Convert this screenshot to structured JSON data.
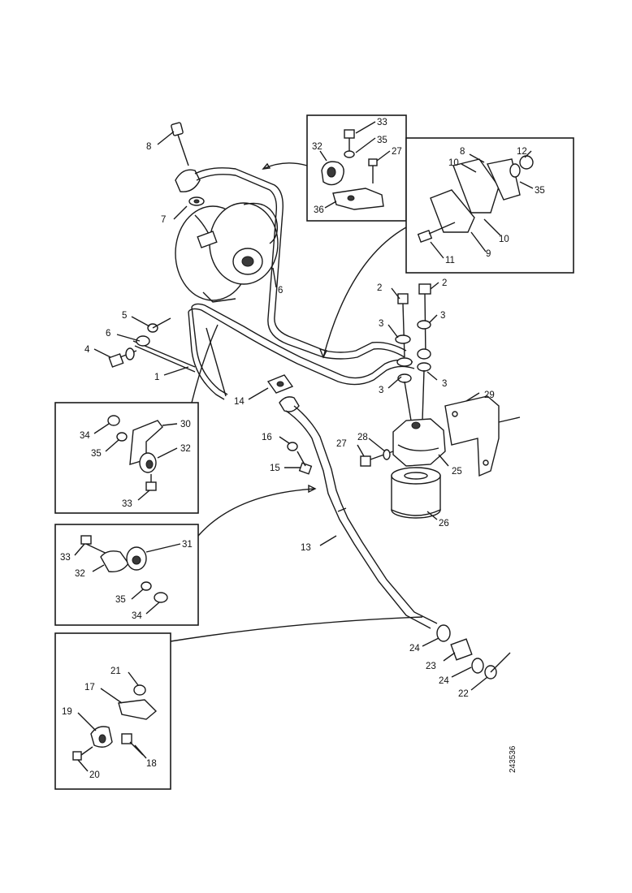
{
  "drawing_ref": "243536",
  "labels": {
    "8a": "8",
    "7": "7",
    "6a": "6",
    "5": "5",
    "6b": "6",
    "4": "4",
    "1": "1",
    "14": "14",
    "2a": "2",
    "2b": "2",
    "3a": "3",
    "3b": "3",
    "3c": "3",
    "3d": "3",
    "29": "29",
    "28": "28",
    "27b": "27",
    "25": "25",
    "26": "26",
    "16": "16",
    "15": "15",
    "13": "13",
    "24a": "24",
    "23": "23",
    "24b": "24",
    "22": "22",
    "inset1": {
      "33": "33",
      "32": "32",
      "35": "35",
      "27": "27",
      "36": "36"
    },
    "inset2": {
      "8": "8",
      "12": "12",
      "10a": "10",
      "35": "35",
      "10b": "10",
      "11": "11",
      "9": "9"
    },
    "inset3": {
      "34": "34",
      "30": "30",
      "35": "35",
      "32": "32",
      "33": "33"
    },
    "inset4": {
      "33": "33",
      "31": "31",
      "32": "32",
      "35": "35",
      "34": "34"
    },
    "inset5": {
      "21": "21",
      "17": "17",
      "19": "19",
      "20": "20",
      "18": "18"
    }
  }
}
